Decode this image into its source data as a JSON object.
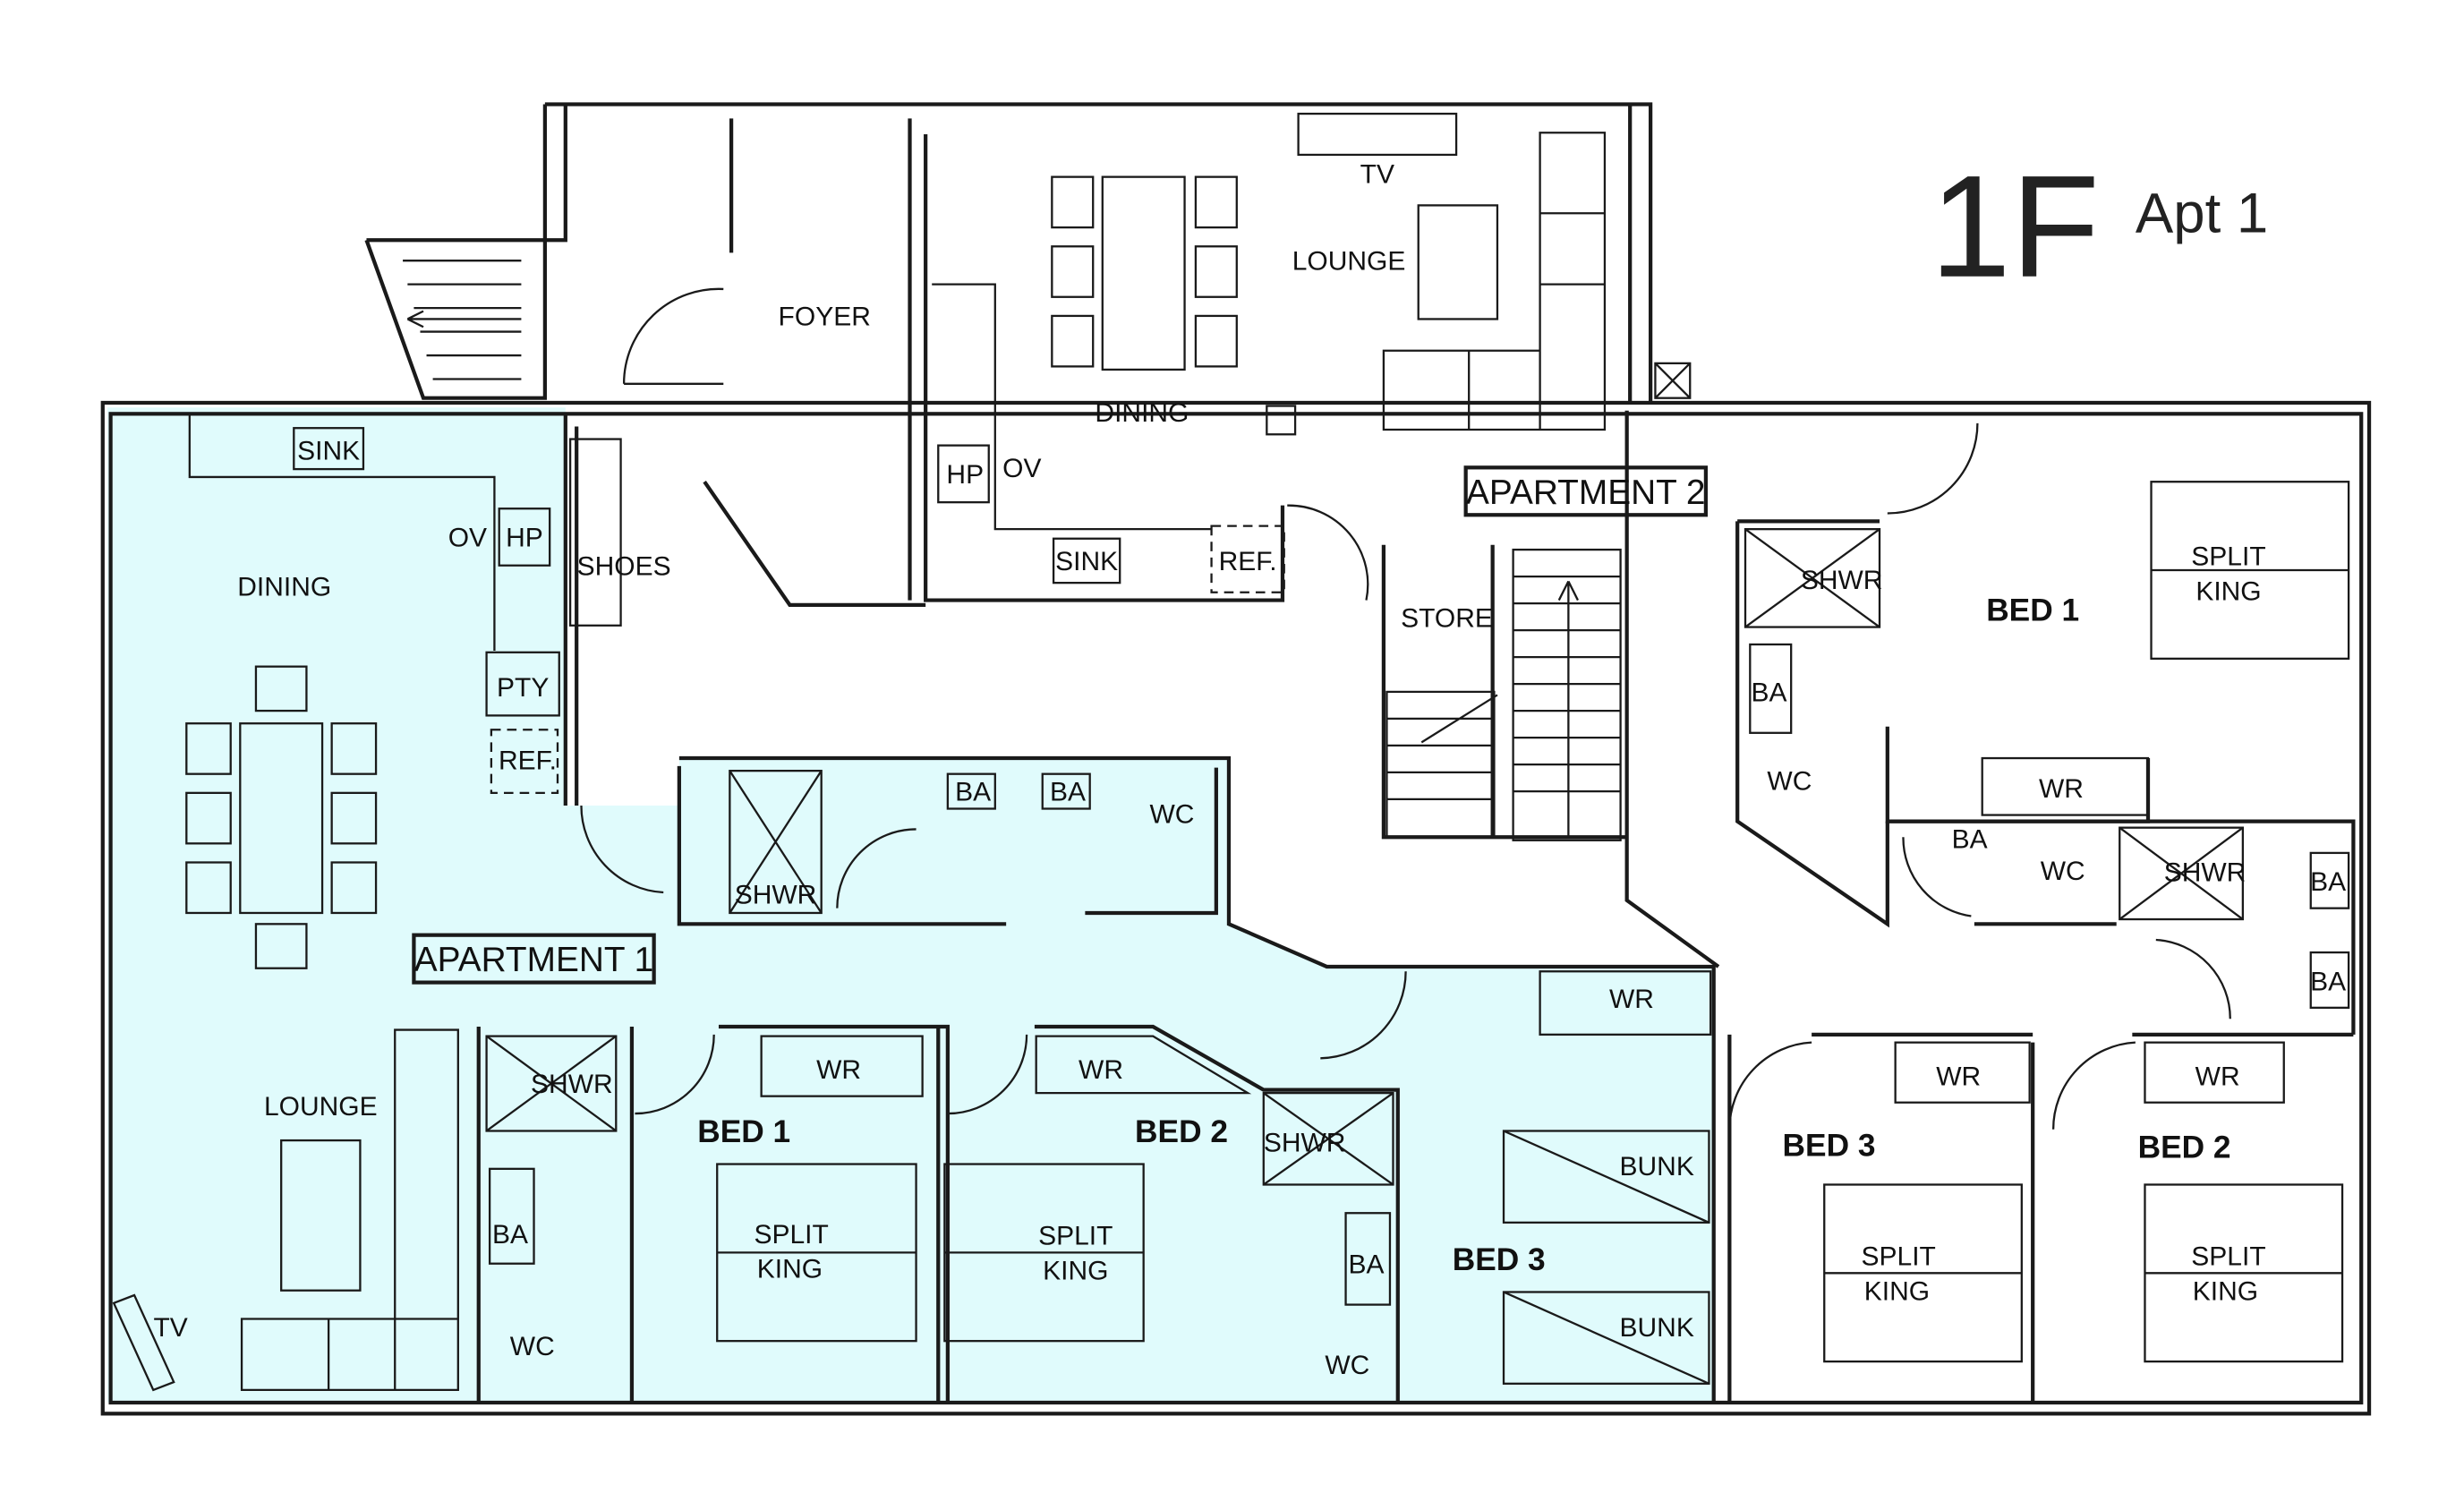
{
  "title": {
    "floor": "1F",
    "unit": "Apt 1"
  },
  "colors": {
    "highlight": "#e0fbfc",
    "line": "#1a1a1a"
  },
  "apartment2_tag": "APARTMENT 2",
  "apartment1_tag": "APARTMENT 1",
  "common": {
    "foyer": "FOYER",
    "store": "STORE"
  },
  "apt2_main": {
    "dining": "DINING",
    "lounge": "LOUNGE",
    "tv": "TV",
    "hp": "HP",
    "ov": "OV",
    "sink": "SINK",
    "ref": "REF."
  },
  "apt2_rooms": {
    "bed1": "BED 1",
    "bed1_shwr": "SHWR",
    "bed1_split": "SPLIT",
    "bed1_king": "KING",
    "bed1_ba": "BA",
    "bed1_wc": "WC",
    "bed1_wr": "WR",
    "hall_ba": "BA",
    "hall_wc": "WC",
    "hall_shwr": "SHWR",
    "ba_a": "BA",
    "ba_b": "BA",
    "bed3": "BED 3",
    "bed3_wr": "WR",
    "bed3_split": "SPLIT",
    "bed3_king": "KING",
    "bed2": "BED 2",
    "bed2_wr": "WR",
    "bed2_split": "SPLIT",
    "bed2_king": "KING"
  },
  "apt1": {
    "sink": "SINK",
    "ov": "OV",
    "hp": "HP",
    "dining": "DINING",
    "shoes": "SHOES",
    "pty": "PTY",
    "ref": "REF.",
    "lounge": "LOUNGE",
    "tv": "TV",
    "main_shwr": "SHWR",
    "main_ba1": "BA",
    "main_ba2": "BA",
    "main_wc": "WC",
    "bed1": "BED 1",
    "bed1_shwr": "SHWR",
    "bed1_ba": "BA",
    "bed1_wc": "WC",
    "bed1_wr": "WR",
    "bed1_split": "SPLIT",
    "bed1_king": "KING",
    "bed2": "BED 2",
    "bed2_wr": "WR",
    "bed2_split": "SPLIT",
    "bed2_king": "KING",
    "bed2_shwr": "SHWR",
    "bed2_ba": "BA",
    "bed2_wc": "WC",
    "bed3": "BED 3",
    "bed3_wr": "WR",
    "bunk1": "BUNK",
    "bunk2": "BUNK"
  }
}
